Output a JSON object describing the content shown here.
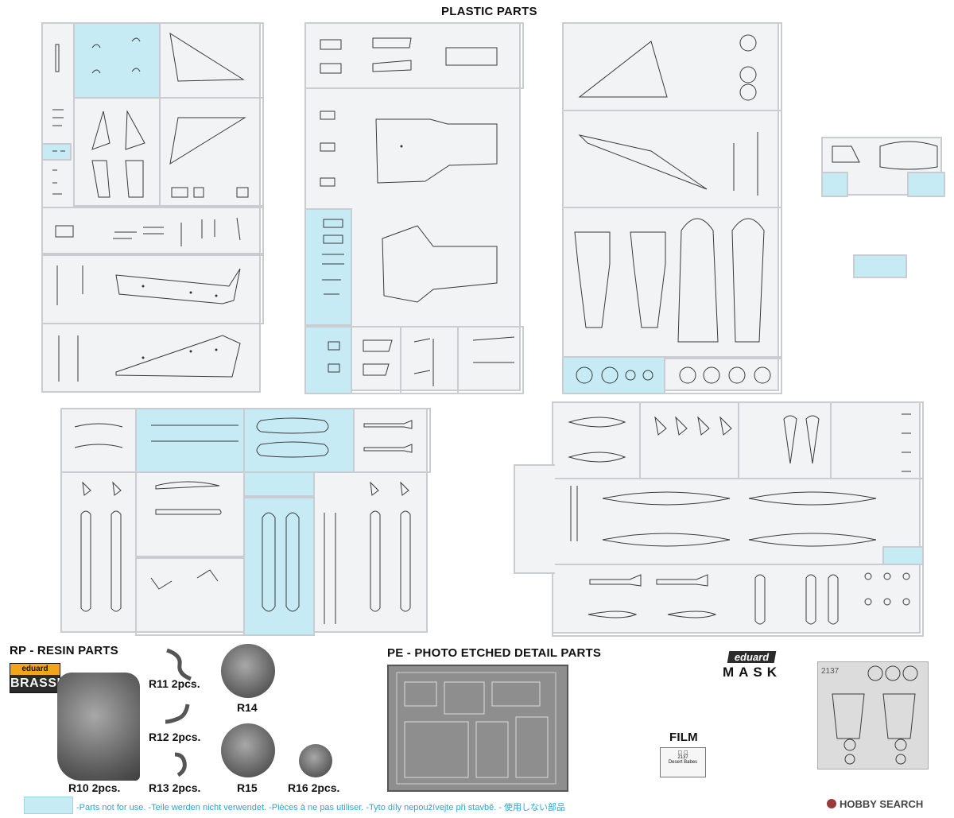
{
  "page": {
    "title": "PLASTIC PARTS"
  },
  "resin": {
    "title": "RP - RESIN PARTS",
    "brand_top": "eduard",
    "brand_bottom": "BRASSIN",
    "labels": {
      "r10": "R10 2pcs.",
      "r11": "R11 2pcs.",
      "r12": "R12 2pcs.",
      "r13": "R13 2pcs.",
      "r14": "R14",
      "r15": "R15",
      "r16": "R16 2pcs."
    }
  },
  "pe": {
    "title": "PE - PHOTO ETCHED DETAIL PARTS"
  },
  "mask": {
    "brand_top": "eduard",
    "brand_bottom": "MASK",
    "number": "2137"
  },
  "film": {
    "title": "FILM",
    "number": "2137",
    "name": "Desert Babes"
  },
  "legend": {
    "text": "-Parts not for use. -Teile werden nicht verwendet. -Pièces à ne pas utiliser. -Tyto díly nepoužívejte při stavbě. -   使用しない部品"
  },
  "watermark": {
    "text": "HOBBY SEARCH"
  },
  "colors": {
    "sprue_frame": "#c9ccd0",
    "not_for_use": "#c6ebf4",
    "legend_text": "#2aa6d5"
  }
}
